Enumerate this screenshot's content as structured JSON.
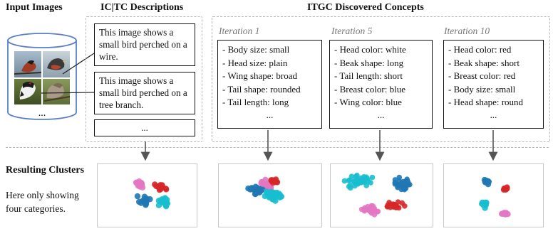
{
  "headers": {
    "input_images": "Input Images",
    "descriptions": "IC|TC Descriptions",
    "concepts": "ITGC Discovered Concepts",
    "clusters": "Resulting Clusters"
  },
  "image_store": {
    "ellipsis": "..."
  },
  "descriptions": [
    "This image shows a small bird perched on a wire.",
    "This image shows a small bird perched on a tree branch."
  ],
  "descriptions_more": "...",
  "iterations": [
    {
      "title": "Iteration 1",
      "concepts": [
        "- Body size: small",
        "- Head size: plain",
        "- Wing shape: broad",
        "- Tail shape: rounded",
        "- Tail length: long"
      ],
      "more": "..."
    },
    {
      "title": "Iteration 5",
      "concepts": [
        "- Head color: white",
        "- Beak shape: long",
        "- Tail length: short",
        "- Breast color: blue",
        "- Wing color: blue"
      ],
      "more": "..."
    },
    {
      "title": "Iteration 10",
      "concepts": [
        "- Head color: red",
        "- Beak shape: short",
        "- Breast color: red",
        "- Body size: small",
        "- Head shape: round"
      ],
      "more": "..."
    }
  ],
  "note": "Here only showing four categories.",
  "colors": {
    "cat_pink": "#e377c2",
    "cat_red": "#d62728",
    "cat_blue": "#1f77b4",
    "cat_cyan": "#17becf",
    "arrow": "#555555",
    "dashed": "#b5b5b5",
    "cylinder": "#5b7fc7"
  }
}
